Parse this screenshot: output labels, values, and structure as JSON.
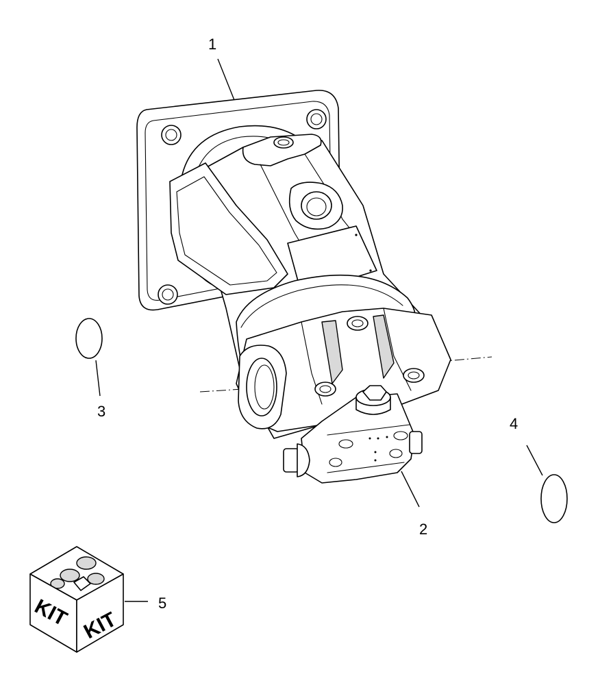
{
  "diagram": {
    "callouts": [
      {
        "id": "1",
        "label": "1"
      },
      {
        "id": "2",
        "label": "2"
      },
      {
        "id": "3",
        "label": "3"
      },
      {
        "id": "4",
        "label": "4"
      },
      {
        "id": "5",
        "label": "5"
      }
    ],
    "kit": {
      "left_face_text": "KIT",
      "right_face_text": "KIT"
    }
  }
}
